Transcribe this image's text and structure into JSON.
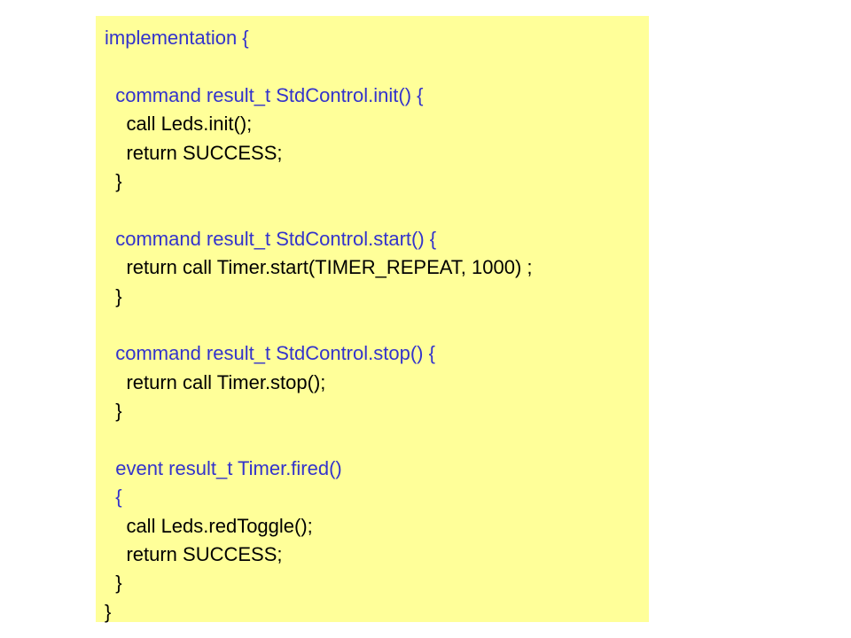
{
  "colors": {
    "panel_background": "#ffff99",
    "keyword_text": "#3333cc",
    "plain_text": "#000000"
  },
  "code": {
    "lines": [
      {
        "text": "implementation {",
        "style": "keyword"
      },
      {
        "text": "",
        "style": "plain"
      },
      {
        "text": "  command result_t StdControl.init() {",
        "style": "keyword"
      },
      {
        "text": "    call Leds.init();",
        "style": "plain"
      },
      {
        "text": "    return SUCCESS;",
        "style": "plain"
      },
      {
        "text": "  }",
        "style": "plain"
      },
      {
        "text": "",
        "style": "plain"
      },
      {
        "text": "  command result_t StdControl.start() {",
        "style": "keyword"
      },
      {
        "text": "    return call Timer.start(TIMER_REPEAT, 1000) ;",
        "style": "plain"
      },
      {
        "text": "  }",
        "style": "plain"
      },
      {
        "text": "",
        "style": "plain"
      },
      {
        "text": "  command result_t StdControl.stop() {",
        "style": "keyword"
      },
      {
        "text": "    return call Timer.stop();",
        "style": "plain"
      },
      {
        "text": "  }",
        "style": "plain"
      },
      {
        "text": "",
        "style": "plain"
      },
      {
        "text": "  event result_t Timer.fired()",
        "style": "keyword"
      },
      {
        "text": "  {",
        "style": "keyword"
      },
      {
        "text": "    call Leds.redToggle();",
        "style": "plain"
      },
      {
        "text": "    return SUCCESS;",
        "style": "plain"
      },
      {
        "text": "  }",
        "style": "plain"
      },
      {
        "text": "}",
        "style": "plain"
      }
    ]
  }
}
